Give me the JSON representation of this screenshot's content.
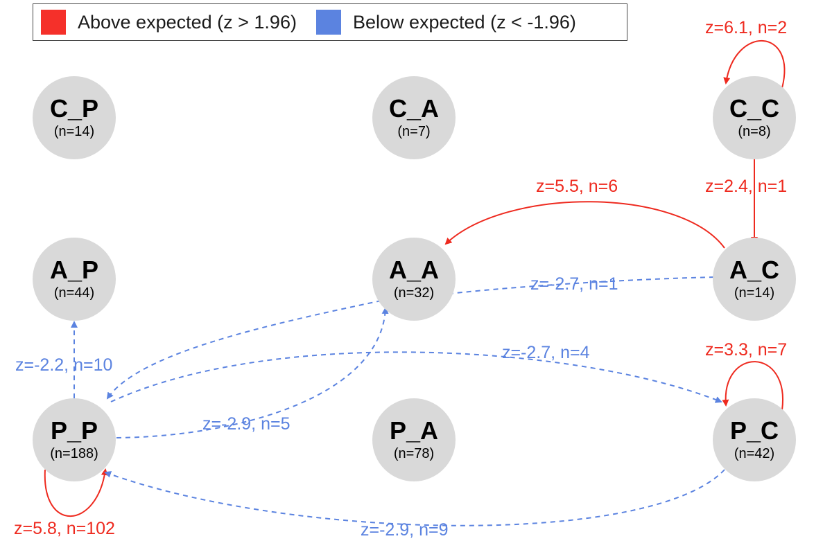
{
  "legend": {
    "above_label": "Above expected (z > 1.96)",
    "below_label": "Below expected (z < -1.96)",
    "above_color": "#f5302a",
    "below_color": "#5b83e0"
  },
  "nodes": {
    "C_P": {
      "name": "C_P",
      "count": "(n=14)"
    },
    "C_A": {
      "name": "C_A",
      "count": "(n=7)"
    },
    "C_C": {
      "name": "C_C",
      "count": "(n=8)"
    },
    "A_P": {
      "name": "A_P",
      "count": "(n=44)"
    },
    "A_A": {
      "name": "A_A",
      "count": "(n=32)"
    },
    "A_C": {
      "name": "A_C",
      "count": "(n=14)"
    },
    "P_P": {
      "name": "P_P",
      "count": "(n=188)"
    },
    "P_A": {
      "name": "P_A",
      "count": "(n=78)"
    },
    "P_C": {
      "name": "P_C",
      "count": "(n=42)"
    }
  },
  "edges": {
    "cc_loop": {
      "label": "z=6.1, n=2"
    },
    "cc_to_ac": {
      "label": "z=2.4, n=1"
    },
    "ac_to_aa": {
      "label": "z=5.5, n=6"
    },
    "ac_to_pp": {
      "label": "z=-2.7, n=1"
    },
    "pp_to_ap": {
      "label": "z=-2.2, n=10"
    },
    "pp_to_pc": {
      "label": "z=-2.7, n=4"
    },
    "pc_loop": {
      "label": "z=3.3, n=7"
    },
    "pp_to_aa": {
      "label": "z=-2.9, n=5"
    },
    "pp_loop": {
      "label": "z=5.8, n=102"
    },
    "pc_to_pp": {
      "label": "z=-2.9, n=9"
    }
  },
  "colors": {
    "positive": "#ee2a1f",
    "negative": "#5b83e0",
    "node_fill": "#d9d9d9"
  }
}
